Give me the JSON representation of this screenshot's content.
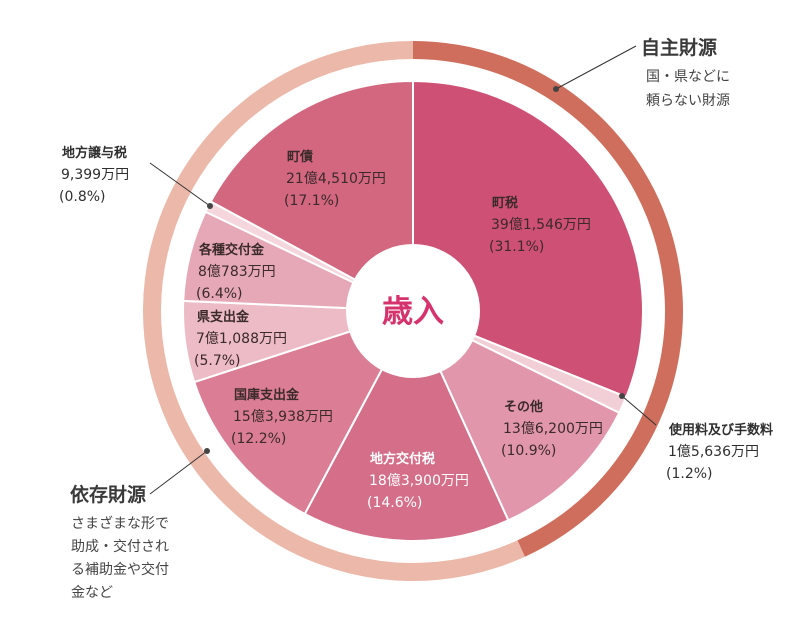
{
  "chart_data": {
    "type": "pie",
    "title": "歳入",
    "total_unit": "万円",
    "slices": [
      {
        "name": "町税",
        "amount": "39億1,546万円",
        "percent_label": "(31.1%)",
        "value": 31.1,
        "group": "自主財源",
        "color": "#cf5075",
        "text_color": "#3a2a2a"
      },
      {
        "name": "使用料及び手数料",
        "amount": "1億5,636万円",
        "percent_label": "(1.2%)",
        "value": 1.2,
        "group": "自主財源",
        "color": "#f2cfd6",
        "text_color": "#3a2a2a"
      },
      {
        "name": "その他",
        "amount": "13億6,200万円",
        "percent_label": "(10.9%)",
        "value": 10.9,
        "group": "自主財源",
        "color": "#e196ab",
        "text_color": "#3a2a2a"
      },
      {
        "name": "地方交付税",
        "amount": "18億3,900万円",
        "percent_label": "(14.6%)",
        "value": 14.6,
        "group": "依存財源",
        "color": "#d56e89",
        "text_color": "#ffffff"
      },
      {
        "name": "国庫支出金",
        "amount": "15億3,938万円",
        "percent_label": "(12.2%)",
        "value": 12.2,
        "group": "依存財源",
        "color": "#db7e95",
        "text_color": "#3a2a2a"
      },
      {
        "name": "県支出金",
        "amount": "7億1,088万円",
        "percent_label": "(5.7%)",
        "value": 5.7,
        "group": "依存財源",
        "color": "#edbbc6",
        "text_color": "#3a2a2a"
      },
      {
        "name": "各種交付金",
        "amount": "8億783万円",
        "percent_label": "(6.4%)",
        "value": 6.4,
        "group": "依存財源",
        "color": "#e6a8b6",
        "text_color": "#3a2a2a"
      },
      {
        "name": "地方譲与税",
        "amount": "9,399万円",
        "percent_label": "(0.8%)",
        "value": 0.8,
        "group": "依存財源",
        "color": "#f4d6dc",
        "text_color": "#3a2a2a"
      },
      {
        "name": "町債",
        "amount": "21億4,510万円",
        "percent_label": "(17.1%)",
        "value": 17.1,
        "group": "依存財源",
        "color": "#d2677f",
        "text_color": "#3a2a2a"
      }
    ],
    "groups": [
      {
        "name": "自主財源",
        "description_lines": [
          "国・県などに",
          "頼らない財源"
        ],
        "color": "#cf6e5c"
      },
      {
        "name": "依存財源",
        "description_lines": [
          "さまざまな形で",
          "助成・交付され",
          "る補助金や交付",
          "金など"
        ],
        "color": "#ecb8a9"
      }
    ]
  }
}
